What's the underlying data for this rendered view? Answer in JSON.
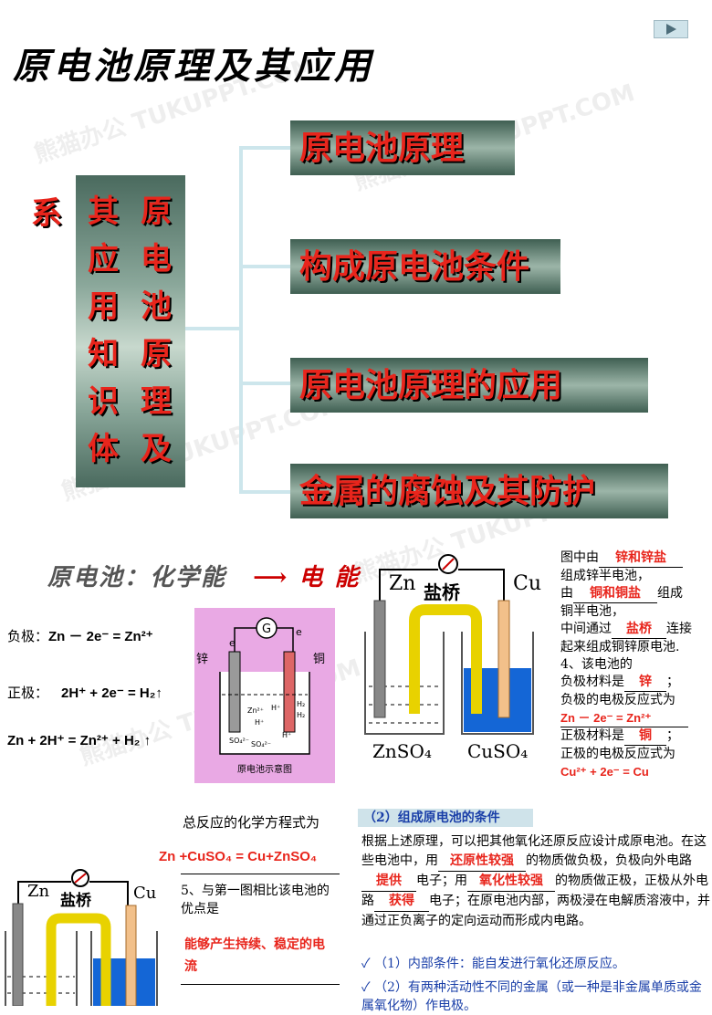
{
  "title": "原电池原理及其应用",
  "watermark": "熊猫办公 TUKUPPT.COM",
  "left_box": {
    "col1": [
      "系"
    ],
    "col2": [
      "其",
      "应",
      "用",
      "知",
      "识",
      "体"
    ],
    "col3": [
      "原",
      "电",
      "池",
      "原",
      "理",
      "及"
    ]
  },
  "branches": [
    "原电池原理",
    "构成原电池条件",
    "原电池原理的应用",
    "金属的腐蚀及其防护"
  ],
  "section2": {
    "heading_left": "原电池：化学能",
    "heading_right": "电 能",
    "neg_label": "负极：",
    "neg_eq": "Zn － 2e⁻ = Zn²⁺",
    "pos_label": "正极：",
    "pos_eq": "2H⁺ + 2e⁻ = H₂↑",
    "total_eq": "Zn + 2H⁺ = Zn²⁺ + H₂ ↑",
    "diagram": {
      "galv": "G",
      "e1": "e",
      "e2": "e",
      "zinc": "锌",
      "copper": "铜",
      "ions": [
        "Zn²⁺",
        "H⁺",
        "SO₄²⁻",
        "H⁺",
        "H₂",
        "H₂",
        "H⁺",
        "SO₄²⁻"
      ],
      "caption": "原电池示意图"
    },
    "bridge1": {
      "zn": "Zn",
      "cu": "Cu",
      "bridge": "盐桥",
      "left_sol": "ZnSO₄",
      "right_sol": "CuSO₄"
    },
    "right_text": {
      "t1": "图中由",
      "b1": "锌和锌盐",
      "t2": "组成锌半电池，",
      "t3": "由",
      "b2": "铜和铜盐",
      "t4": "组成",
      "t5": "铜半电池，",
      "t6": "中间通过",
      "b3": "盐桥",
      "t7": "连接",
      "t8": "起来组成铜锌原电池.",
      "t9": "4、该电池的",
      "t10": "负极材料是",
      "b4": "锌",
      "t11": "；",
      "t12": "负极的电极反应式为",
      "b5": "Zn － 2e⁻ = Zn²⁺",
      "t13": "正极材料是",
      "b6": "铜",
      "t14": "；",
      "t15": "正极的电极反应式为",
      "b7": "Cu²⁺ + 2e⁻ = Cu"
    },
    "total_q": "总反应的化学方程式为",
    "total_a": "Zn +CuSO₄ = Cu+ZnSO₄",
    "q5": "5、与第一图相比该电池的优点是",
    "a5": "能够产生持续、稳定的电流",
    "bridge2": {
      "zn": "Zn",
      "cu": "Cu",
      "bridge": "盐桥"
    },
    "box_head": "（2）组成原电池的条件",
    "para": {
      "p1": "根据上述原理，可以把其他氧化还原反应设计成原电池。在这些电池中，用",
      "f1": "还原性较强",
      "p2": "的物质做负极，负极向外电路",
      "f2": "提供",
      "p3": "电子；用",
      "f3": "氧化性较强",
      "p4": "的物质做正极，正极从外电路",
      "f4": "获得",
      "p5": "电子；在原电池内部，两极浸在电解质溶液中，并通过正负离子的定向运动而形成内电路。"
    },
    "cond1": "（1）内部条件：能自发进行氧化还原反应。",
    "cond2": "（2）有两种活动性不同的金属（或一种是非金属单质或金属氧化物）作电极。",
    "check": "✓"
  }
}
